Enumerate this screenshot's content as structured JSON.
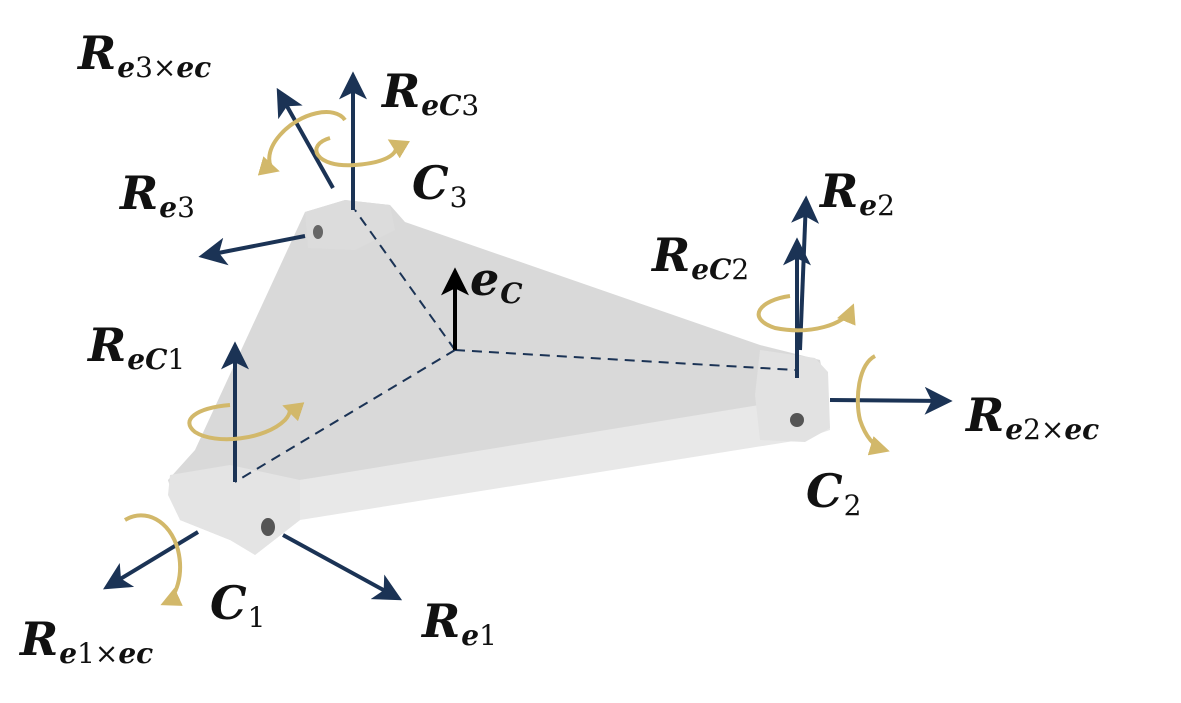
{
  "colors": {
    "arrow": "#1b3355",
    "normal_arrow": "#000000",
    "rotation": "#d2b86a",
    "plate_top": "#d9d9d9",
    "plate_side": "#e9e9e9",
    "dash": "#1b3355"
  },
  "labels": {
    "re3_x_ec": {
      "base": "R",
      "sub_a": "e",
      "sub_b": "3",
      "sub_c": "×",
      "sub_d": "ec"
    },
    "rec3": {
      "base": "R",
      "sub_a": "e",
      "sub_b": "C",
      "sub_c": "3"
    },
    "c3": {
      "base": "C",
      "sub": "3"
    },
    "re3": {
      "base": "R",
      "sub_a": "e",
      "sub_b": "3"
    },
    "ec": {
      "base": "e",
      "sub": "C"
    },
    "re2": {
      "base": "R",
      "sub_a": "e",
      "sub_b": "2"
    },
    "rec2": {
      "base": "R",
      "sub_a": "e",
      "sub_b": "C",
      "sub_c": "2"
    },
    "re2_x_ec": {
      "base": "R",
      "sub_a": "e",
      "sub_b": "2",
      "sub_c": "×",
      "sub_d": "ec"
    },
    "c2": {
      "base": "C",
      "sub": "2"
    },
    "rec1": {
      "base": "R",
      "sub_a": "e",
      "sub_b": "C",
      "sub_c": "1"
    },
    "c1": {
      "base": "C",
      "sub": "1"
    },
    "re1": {
      "base": "R",
      "sub_a": "e",
      "sub_b": "1"
    },
    "re1_x_ec": {
      "base": "R",
      "sub_a": "e",
      "sub_b": "1",
      "sub_c": "×",
      "sub_d": "ec"
    }
  }
}
